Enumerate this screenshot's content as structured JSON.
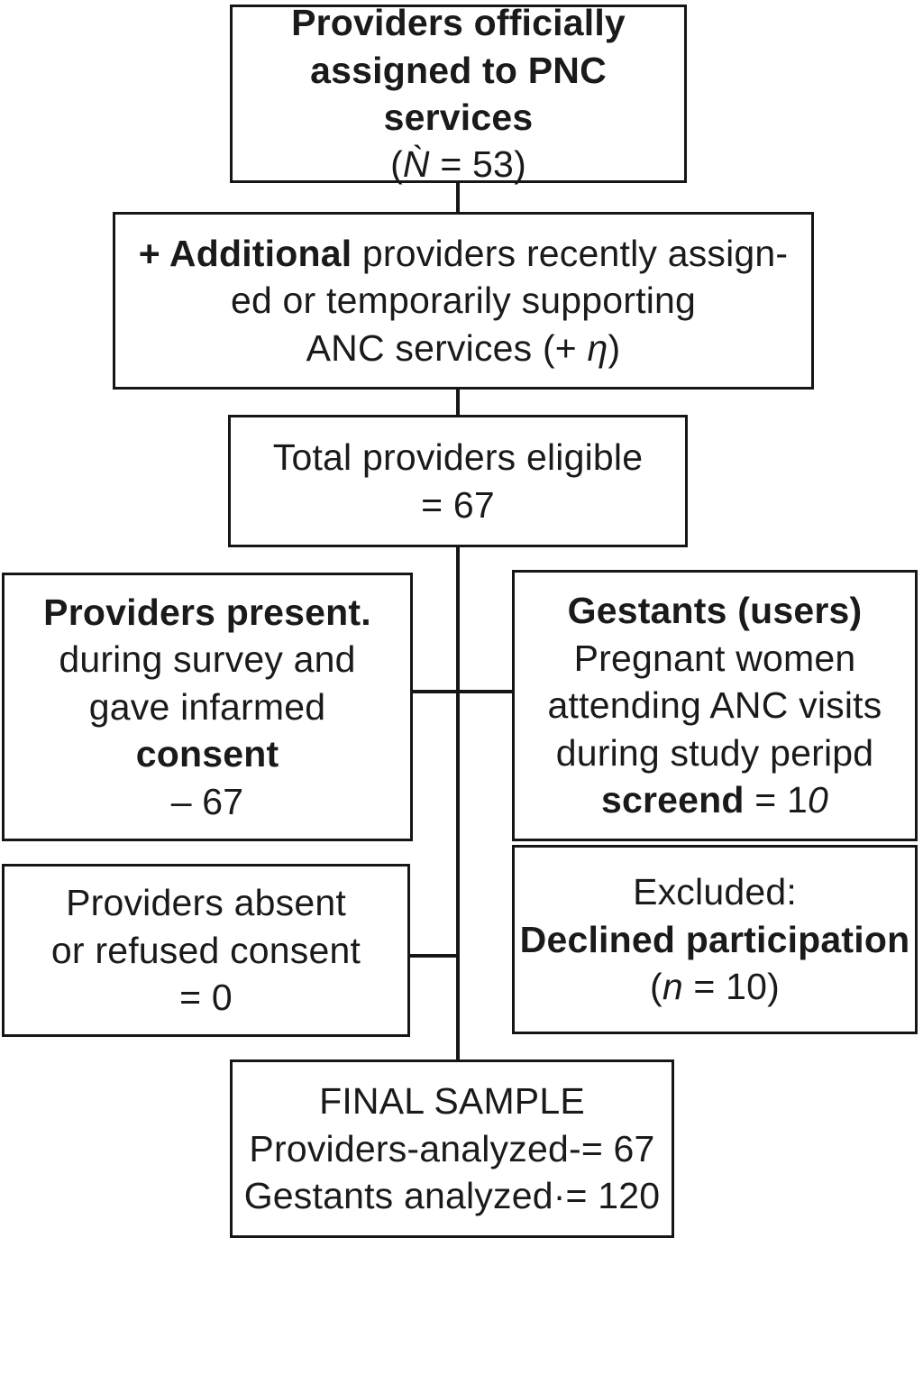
{
  "figure": {
    "background": "#ffffff",
    "ink": "#161616"
  },
  "boxes": {
    "assigned": {
      "line1": "Providers officially",
      "line2": "assigned to PNC services",
      "line3_open": "(",
      "line3_var": "Ǹ",
      "line3_rest": " = 53)"
    },
    "additional": {
      "line1_bold": "+ Additional",
      "line1_rest": " providers recently assign-",
      "line2": "ed or temporarily supporting",
      "line3_pre": "ANC services (+ ",
      "line3_var": "η",
      "line3_close": ")"
    },
    "eligible": {
      "line1": "Total providers eligible",
      "line2": "= 67"
    },
    "present": {
      "line1": "Providers present.",
      "line2": "during survey and",
      "line3": "gave infarmed",
      "line4": "consent",
      "line5": "– 67"
    },
    "gestants": {
      "line1": "Gestants (users)",
      "line2": "Pregnant women",
      "line3": "attending ANC visits",
      "line4": "during study peripd",
      "line5_bold": "screend",
      "line5_mid": " = 1",
      "line5_zero": "0"
    },
    "absent": {
      "line1": "Providers absent",
      "line2": "or refused consent",
      "line3": "= 0"
    },
    "excluded": {
      "line1": "Excluded:",
      "line2": "Declined participation",
      "line3_open": "(",
      "line3_var": "n",
      "line3_rest": " = 10)"
    },
    "final": {
      "line1": "FINAL SAMPLE",
      "line2": "Providers-analyzed-= 67",
      "line3": "Gestants analyzed·= 120"
    }
  }
}
